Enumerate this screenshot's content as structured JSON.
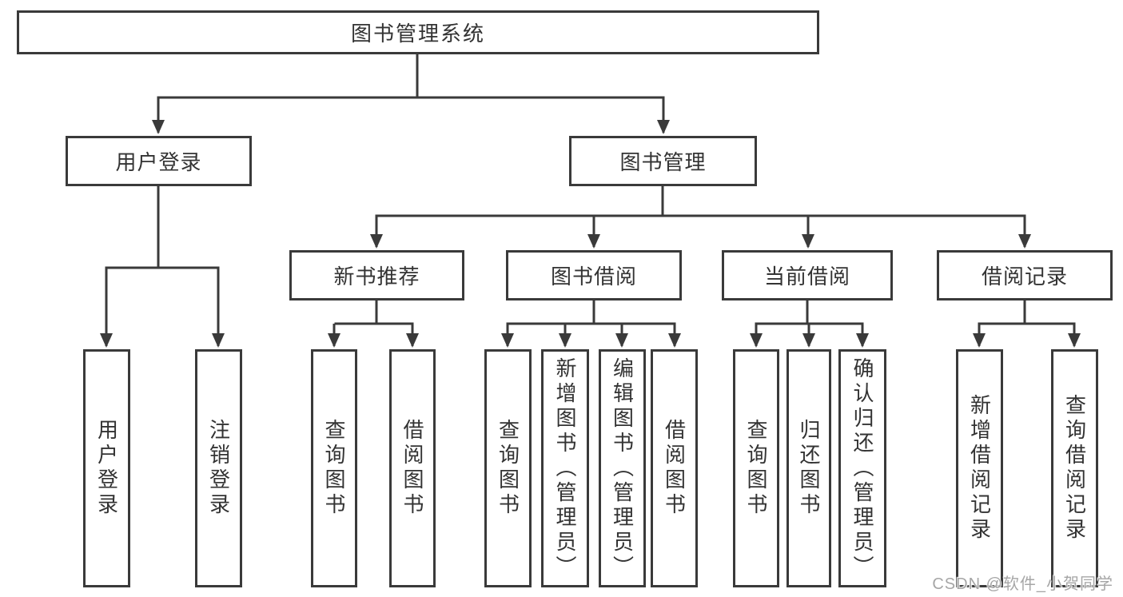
{
  "diagram": {
    "type": "hierarchy-tree",
    "colors": {
      "line": "#3a3a3a",
      "box_border": "#3a3a3a",
      "box_fill": "#ffffff",
      "text": "#333333",
      "watermark": "#a6a6a6"
    },
    "tree": {
      "root": {
        "label": "图书管理系统"
      },
      "level2": [
        {
          "label": "用户登录",
          "children": [
            {
              "label": "用户登录"
            },
            {
              "label": "注销登录"
            }
          ]
        },
        {
          "label": "图书管理",
          "children": [
            {
              "label": "新书推荐",
              "children": [
                {
                  "label": "查询图书"
                },
                {
                  "label": "借阅图书"
                }
              ]
            },
            {
              "label": "图书借阅",
              "children": [
                {
                  "label": "查询图书"
                },
                {
                  "label": "新增图书（管理员）"
                },
                {
                  "label": "编辑图书（管理员）"
                },
                {
                  "label": "借阅图书"
                }
              ]
            },
            {
              "label": "当前借阅",
              "children": [
                {
                  "label": "查询图书"
                },
                {
                  "label": "归还图书"
                },
                {
                  "label": "确认归还（管理员）"
                }
              ]
            },
            {
              "label": "借阅记录",
              "children": [
                {
                  "label": "新增借阅记录"
                },
                {
                  "label": "查询借阅记录"
                }
              ]
            }
          ]
        }
      ]
    }
  },
  "watermark": {
    "text": "CSDN @软件_小贺同学"
  }
}
